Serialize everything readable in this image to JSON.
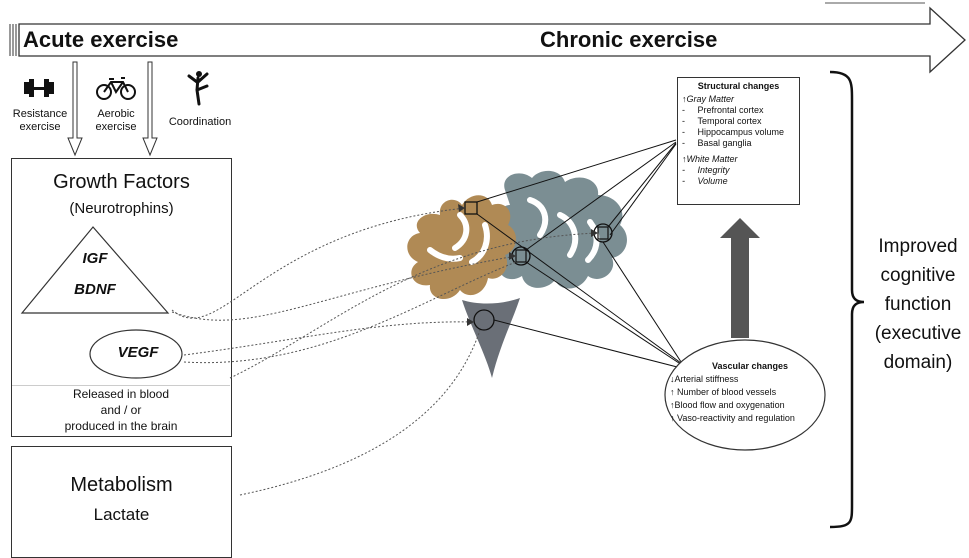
{
  "timeline": {
    "acute_label": "Acute exercise",
    "chronic_label": "Chronic exercise"
  },
  "exercise_types": [
    {
      "label": "Resistance\nexercise",
      "icon": "dumbbell-icon"
    },
    {
      "label": "Aerobic\nexercise",
      "icon": "bicycle-icon"
    },
    {
      "label": "Coordination",
      "icon": "dancer-icon"
    }
  ],
  "growth_factors": {
    "title": "Growth Factors",
    "subtitle": "(Neurotrophins)",
    "triangle_items": [
      "IGF",
      "BDNF"
    ],
    "ellipse_item": "VEGF",
    "note_lines": [
      "Released in blood",
      "and / or",
      "produced  in the brain"
    ]
  },
  "metabolism": {
    "title": "Metabolism",
    "subtitle": "Lactate"
  },
  "structural": {
    "title": "Structural changes",
    "gray_matter": "Gray Matter",
    "gray_items": [
      "Prefrontal cortex",
      "Temporal cortex",
      "Hippocampus volume",
      "Basal ganglia"
    ],
    "white_matter": "White Matter",
    "white_items": [
      "Integrity",
      "Volume"
    ]
  },
  "vascular": {
    "title": "Vascular  changes",
    "items": [
      {
        "dir": "down",
        "text": "Arterial stiffness"
      },
      {
        "dir": "up",
        "text": "Number of blood vessels"
      },
      {
        "dir": "up",
        "text": "Blood flow and oxygenation"
      },
      {
        "dir": "up",
        "text": "Vaso-reactivity and regulation"
      }
    ]
  },
  "outcome": {
    "lines": [
      "Improved",
      "cognitive",
      "function",
      "(executive",
      "domain)"
    ]
  },
  "colors": {
    "frontal": "#b08a55",
    "posterior": "#7b8e93",
    "brainstem": "#6a6f77",
    "up_arrow": "#555555"
  }
}
